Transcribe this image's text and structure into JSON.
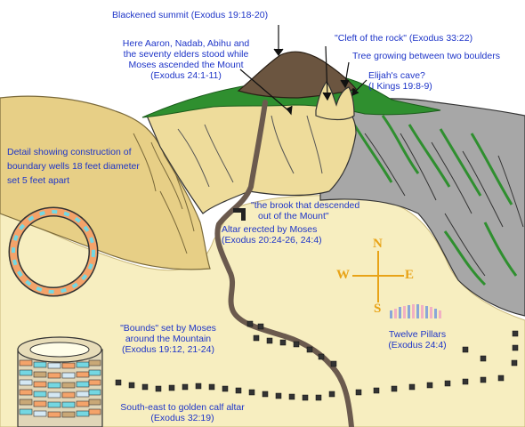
{
  "labels": {
    "summit": "Blackened summit (Exodus 19:18-20)",
    "elders": [
      "Here Aaron, Nadab, Abihu and",
      "the seventy elders stood while",
      "Moses ascended the Mount",
      "(Exodus 24:1-11)"
    ],
    "cleft": "\"Cleft of the rock\" (Exodus 33:22)",
    "tree": "Tree growing between two boulders",
    "elijah": [
      "Elijah's cave?",
      "(I Kings 19:8-9)"
    ],
    "detail": [
      "Detail showing construction of",
      "boundary wells 18 feet diameter",
      "set 5 feet apart"
    ],
    "brook": [
      "\"the brook that descended",
      "out of the Mount\""
    ],
    "altar": [
      "Altar erected by Moses",
      "(Exodus 20:24-26, 24:4)"
    ],
    "bounds": [
      "\"Bounds\" set by Moses",
      "around the Mountain",
      "(Exodus 19:12, 21-24)"
    ],
    "pillars": [
      "Twelve Pillars",
      "(Exodus 24:4)"
    ],
    "calf": [
      "South-east to golden calf altar",
      "(Exodus 32:19)"
    ]
  },
  "compass": {
    "north": "N",
    "south": "S",
    "east": "E",
    "west": "W"
  },
  "colors": {
    "label_text": "#1e35c8",
    "compass": "#e8a317",
    "sky": "#ffffff",
    "desert_sand": "#f7eec0",
    "rock_tan": "#e7cf86",
    "rock_grey": "#a7a7a7",
    "vegetation_green": "#2f8f2f",
    "summit_brown": "#6b5540",
    "brook": "#6b5a4e",
    "well_stones": [
      "#f4a36a",
      "#74d7e2",
      "#d4e8f3",
      "#c9a877"
    ]
  }
}
